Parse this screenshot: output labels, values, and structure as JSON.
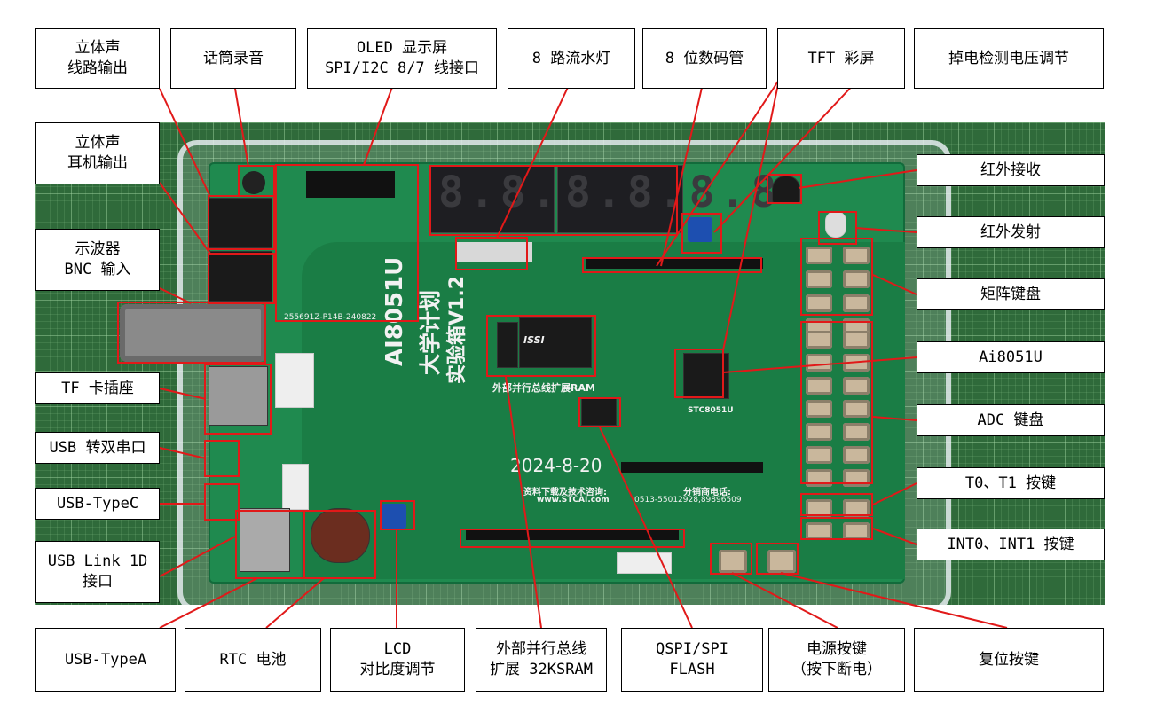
{
  "labels": {
    "stereo_line_out": "立体声\n线路输出",
    "mic_record": "话筒录音",
    "oled": "OLED 显示屏\nSPI/I2C 8/7 线接口",
    "led8": "8 路流水灯",
    "seg8": "8 位数码管",
    "tft": "TFT 彩屏",
    "power_detect": "掉电检测电压调节",
    "stereo_headphone": "立体声\n耳机输出",
    "ir_rx": "红外接收",
    "ir_tx": "红外发射",
    "oscilloscope": "示波器\nBNC 输入",
    "matrix_keys": "矩阵键盘",
    "mcu": "Ai8051U",
    "tf_card": "TF 卡插座",
    "adc_keys": "ADC 键盘",
    "usb_serial": "USB 转双串口",
    "t0t1_keys": "T0、T1 按键",
    "usb_typec": "USB-TypeC",
    "int_keys": "INT0、INT1 按键",
    "usb_link": "USB Link 1D\n接口",
    "usb_typea": "USB-TypeA",
    "rtc_battery": "RTC 电池",
    "lcd_contrast": "LCD\n对比度调节",
    "ext_bus": "外部并行总线\n扩展 32KSRAM",
    "qspi_flash": "QSPI/SPI\nFLASH",
    "power_key": "电源按键\n（按下断电）",
    "reset_key": "复位按键"
  },
  "board_silk": {
    "name": "AI8051U",
    "title": "大学计划",
    "subtitle": "实验箱V1.2",
    "date": "2024-8-20",
    "ext_ram": "外部并行总线扩展RAM",
    "info": "资料下载及技术咨询:",
    "website": "www.STCAI.com",
    "phone_label": "分销商电话:",
    "phone": "0513-55012928,89896509",
    "chip_label": "STC8051U",
    "oled_code": "255691Z-P14B-240822",
    "sram_chip": "ISSI",
    "segments": "8.8.8.8",
    "segments2": "8.8.8.8"
  },
  "colors": {
    "annotation": "#e11919",
    "pcb": "#1f8a4f",
    "mat": "#2f6a3a"
  }
}
